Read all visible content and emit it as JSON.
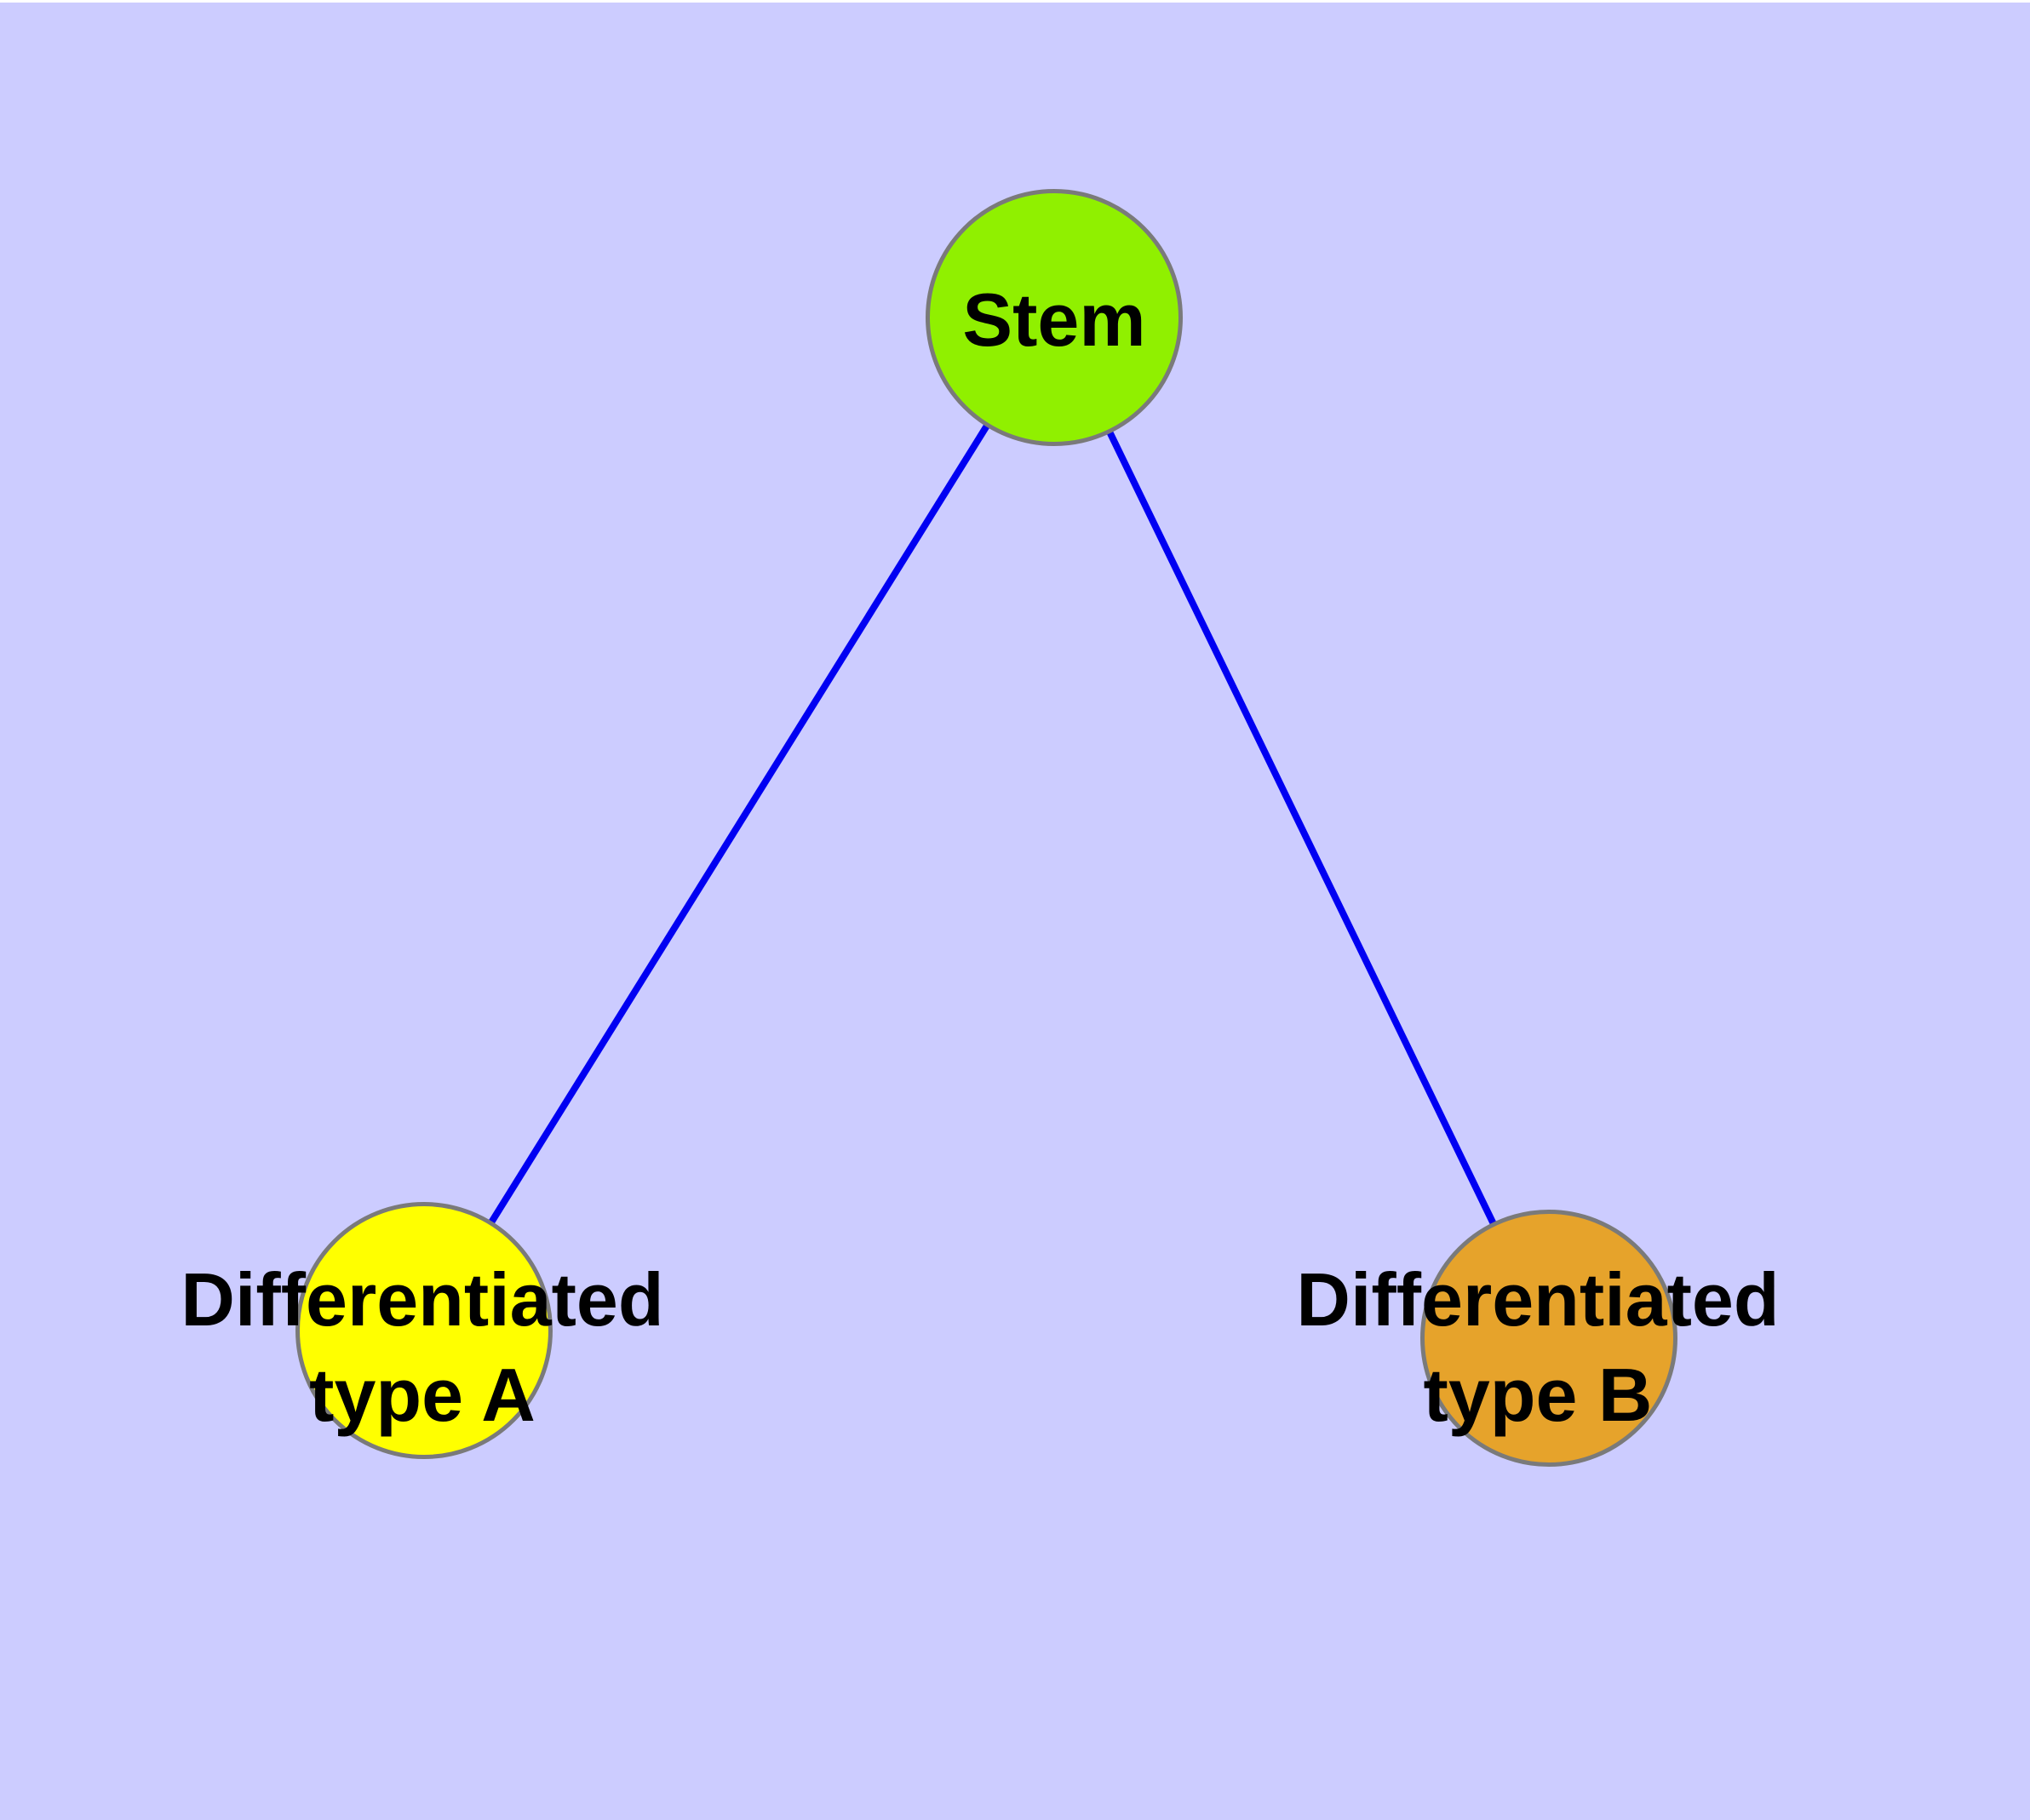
{
  "diagram": {
    "type": "graph",
    "background_color": "#CCCCFF",
    "edge_color": "#0000F2",
    "node_border_color": "#7A7A7A",
    "label_color": "#000000",
    "nodes": [
      {
        "id": "stem",
        "label": "Stem",
        "fill": "#90F000"
      },
      {
        "id": "differentiated-type-a",
        "label": "Differentiated\ntype A",
        "fill": "#FFFF00"
      },
      {
        "id": "differentiated-type-b",
        "label": "Differentiated\ntype B",
        "fill": "#E6A32B"
      }
    ],
    "edges": [
      {
        "from": "stem",
        "to": "differentiated-type-a"
      },
      {
        "from": "stem",
        "to": "differentiated-type-b"
      }
    ]
  }
}
